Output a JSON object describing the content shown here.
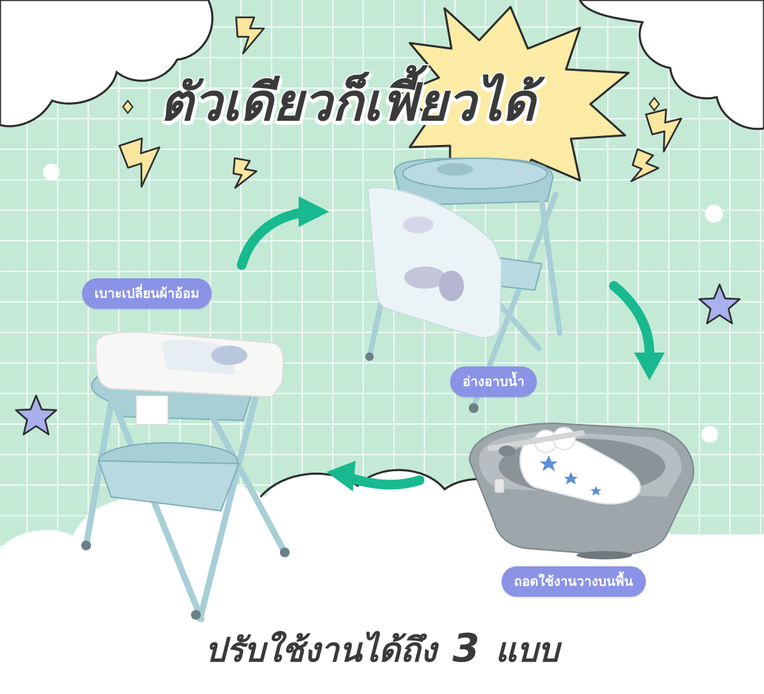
{
  "headline": "ตัวเดียวก็เฟี้ยวได้",
  "labels": {
    "changing_pad": "เบาะเปลี่ยนผ้าอ้อม",
    "bathtub": "อ่างอาบน้ำ",
    "floor_use": "ถอดใช้งานวางบนพื้น"
  },
  "footer": {
    "text_before": "ปรับใช้งานได้ถึง",
    "number": "3",
    "text_after": "แบบ"
  },
  "colors": {
    "background": "#c4ead6",
    "grid": "#ffffff",
    "burst": "#fbeba4",
    "bolt": "#fbe6a0",
    "arrow": "#18b98e",
    "pill": "#8a93e6",
    "star": "#a9b0ee",
    "tub_blue": "#a8cfd6",
    "tub_grey": "#9da7ab",
    "text": "#3a3a3a"
  },
  "icons": [
    "lightning-bolt-icon",
    "sparkle-icon",
    "star-icon",
    "arrow-icon"
  ]
}
